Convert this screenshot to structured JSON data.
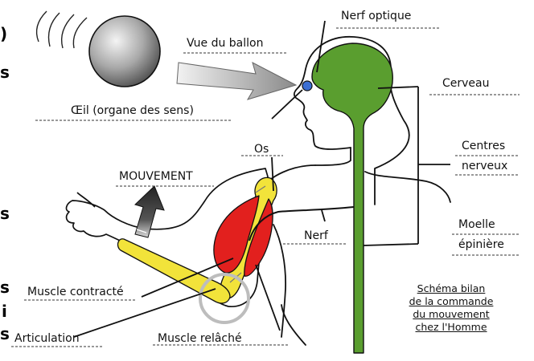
{
  "labels": {
    "nerf_optique": "Nerf optique",
    "vue_ballon": "Vue du ballon",
    "cerveau": "Cerveau",
    "oeil": "Œil (organe des sens)",
    "centres_1": "Centres",
    "centres_2": "nerveux",
    "os": "Os",
    "mouvement": "MOUVEMENT",
    "moelle_1": "Moelle",
    "moelle_2": "épinière",
    "nerf": "Nerf",
    "muscle_contracte": "Muscle contracté",
    "articulation": "Articulation",
    "muscle_relache": "Muscle relâché"
  },
  "caption": [
    "Schéma bilan",
    "de la commande",
    "du mouvement",
    "chez l'Homme"
  ],
  "edge_fragments": [
    ")",
    "s",
    "s",
    "s",
    "i",
    "s"
  ],
  "colors": {
    "nervous_system": "#5a9e2f",
    "muscle": "#e2201e",
    "bone": "#f2e33a",
    "eye": "#3c6fd4",
    "ball_light": "#e6e6e6",
    "ball_dark": "#5c5c5c",
    "outline": "#111111"
  }
}
